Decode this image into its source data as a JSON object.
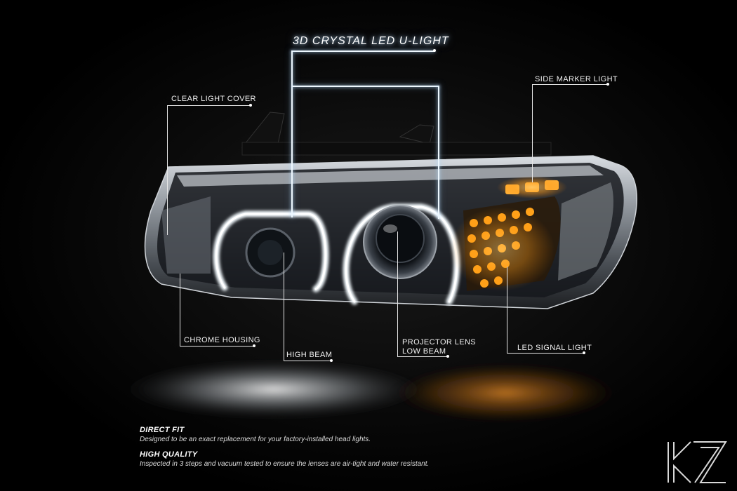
{
  "callouts": {
    "hero": "3D CRYSTAL LED U-LIGHT",
    "clear_cover": "CLEAR LIGHT COVER",
    "side_marker": "SIDE MARKER LIGHT",
    "chrome_housing": "CHROME HOUSING",
    "high_beam": "HIGH BEAM",
    "projector_line1": "PROJECTOR LENS",
    "projector_line2": "LOW BEAM",
    "led_signal": "LED SIGNAL LIGHT"
  },
  "features": [
    {
      "title": "DIRECT FIT",
      "desc": "Designed to be an exact replacement for your factory-installed head lights."
    },
    {
      "title": "HIGH QUALITY",
      "desc": "Inspected in 3 steps and vacuum tested to ensure the lenses are air-tight and water resistant."
    }
  ],
  "colors": {
    "background": "#000000",
    "amber": "#ffa21a",
    "led_white": "#f4fbff",
    "chrome": "#b8bcc2"
  },
  "logo": {
    "icon": "kz-monogram-logo"
  }
}
